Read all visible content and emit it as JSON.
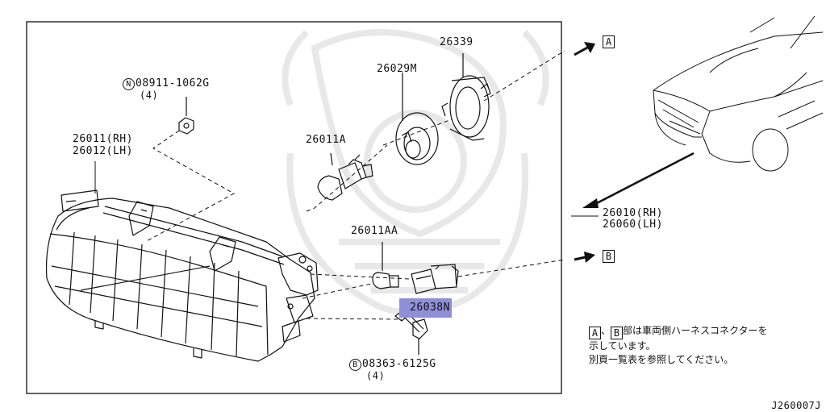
{
  "labels": {
    "screw_part": "08911-1062G",
    "screw_circle": "N",
    "screw_qty": "(4)",
    "housing_rh": "26011(RH)",
    "housing_lh": "26012(LH)",
    "bulb_main": "26011A",
    "socket_cap": "26029M",
    "retainer": "26339",
    "side_bulb": "26011AA",
    "socket_harness": "26038N",
    "bolt_part": "08363-6125G",
    "bolt_circle": "B",
    "bolt_qty": "(4)",
    "assy_rh": "26010(RH)",
    "assy_lh": "26060(LH)"
  },
  "refs": {
    "a": "A",
    "b": "B"
  },
  "note": {
    "sep": "、",
    "line1_rest": "部は車両側ハーネスコネクターを",
    "line2": "示しています。",
    "line3": "別頁一覧表を参照してください。"
  },
  "footer_code": "J260007J",
  "colors": {
    "line": "#111111",
    "highlight": "#8f8fd8",
    "watermark": "#e6e6e6"
  }
}
